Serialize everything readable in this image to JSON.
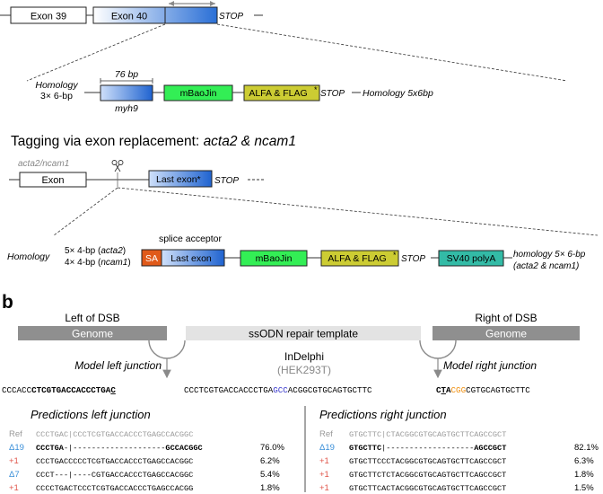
{
  "top_gene": {
    "exon39": "Exon 39",
    "exon40": "Exon 40",
    "stop": "STOP"
  },
  "myh9_construct": {
    "homology_left_line1": "Homology",
    "homology_left_line2": "3× 6-bp",
    "bp_label": "76 bp",
    "gene_label": "myh9",
    "mbaojin": "mBaoJin",
    "alfa_flag": "ALFA & FLAG",
    "asterisk": "*",
    "stop": "STOP",
    "homology_right": "Homology 5x6bp"
  },
  "section_title": {
    "prefix": "Tagging via exon replacement: ",
    "genes": "acta2 & ncam1"
  },
  "replacement_gene": {
    "gene_label": "acta2/ncam1",
    "exon": "Exon",
    "last_exon": "Last exon*",
    "stop": "STOP"
  },
  "replacement_construct": {
    "splice_acceptor": "splice acceptor",
    "homology_left": "Homology",
    "homology_acta2_prefix": "5× 4-bp (",
    "homology_acta2_gene": "acta2",
    "homology_ncam1_prefix": "4× 4-bp (",
    "homology_ncam1_gene": "ncam1",
    "close_paren": ")",
    "sa": "SA",
    "last_exon": "Last exon",
    "mbaojin": "mBaoJin",
    "alfa_flag": "ALFA & FLAG",
    "asterisk": "*",
    "stop": "STOP",
    "polya": "SV40 polyA",
    "homology_right_line1": "homology 5× 6-bp",
    "homology_right_line2": "(acta2 & ncam1)"
  },
  "panel_b": {
    "label": "b",
    "left_of_dsb": "Left of DSB",
    "genome_left": "Genome",
    "ssodn": "ssODN repair template",
    "right_of_dsb": "Right of DSB",
    "genome_right": "Genome",
    "model_left": "Model left junction",
    "indelphi": "InDelphi",
    "hek": "(HEK293T)",
    "model_right": "Model right junction",
    "left_seq_plain": "CCCACC",
    "left_seq_bold": "CTCGTGACCACCCTGA",
    "left_seq_underline": "C",
    "middle_seq_a": "CCCTCGTGACCACCCTGA",
    "middle_seq_blue": "GCC",
    "middle_seq_b": "ACGGCGTGCAGTGCTTC",
    "right_seq_c": "C",
    "right_seq_t": "T",
    "right_seq_a": "A",
    "right_seq_orange": "CGG",
    "right_seq_rest": "CGTGCAGTGCTTC"
  },
  "predictions_left": {
    "title": "Predictions left junction",
    "ref_label": "Ref",
    "ref_seq_a": "CCCTGAC",
    "ref_sep": "|",
    "ref_seq_b": "CCCTCGTGACCACCCTGAGCCACGGC",
    "rows": [
      {
        "label": "Δ19",
        "seq_bold_a": "CCCTGA",
        "seq_dash": "-|--------------------",
        "seq_bold_b": "GCCACGGC",
        "pct": "76.0%"
      },
      {
        "label": "+1",
        "seq": "CCCTGACCCCCTCGTGACCACCCTGAGCCACGGC",
        "pct": "6.2%"
      },
      {
        "label": "Δ7",
        "seq": "CCCT---|----CGTGACCACCCTGAGCCACGGC",
        "pct": "5.4%"
      },
      {
        "label": "+1",
        "seq": "CCCCTGACTCCCTCGTGACCACCCTGAGCCACGG",
        "pct": "1.8%"
      }
    ]
  },
  "predictions_right": {
    "title": "Predictions right junction",
    "ref_label": "Ref",
    "ref_seq_a": "GTGCTTC",
    "ref_sep": "|",
    "ref_seq_b": "CTACGGCGTGCAGTGCTTCAGCCGCT",
    "rows": [
      {
        "label": "Δ19",
        "seq_bold_a": "GTGCTTC",
        "seq_dash": "|-------------------",
        "seq_bold_b": "AGCCGCT",
        "pct": "82.1%"
      },
      {
        "label": "+1",
        "seq": "GTGCTTCCCTACGGCGTGCAGTGCTTCAGCCGCT",
        "pct": "6.3%"
      },
      {
        "label": "+1",
        "seq": "GTGCTTCTCTACGGCGTGCAGTGCTTCAGCCGCT",
        "pct": "1.8%"
      },
      {
        "label": "+1",
        "seq": "GTGCTTCACTACGGCGTGCAGTGCTTCAGCCGCT",
        "pct": "1.5%"
      }
    ]
  },
  "colors": {
    "blue_exon": "#2a6fd6",
    "green": "#33ee55",
    "olive": "#cccc33",
    "teal": "#33bba6",
    "orange_sa": "#e05a1a",
    "genome_grey": "#8f8f8f",
    "ssodn_grey": "#e3e3e3",
    "label_blue": "#3a8fd8",
    "label_red": "#e0554a",
    "seq_blue": "#3a3acc",
    "seq_orange": "#f09010"
  }
}
